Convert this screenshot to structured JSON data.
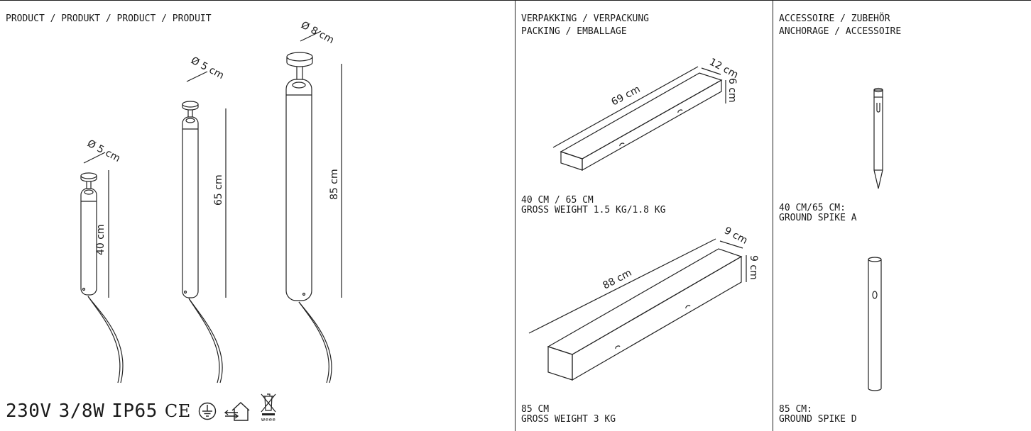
{
  "product": {
    "heading": "PRODUCT / PRODUKT / PRODUCT / PRODUIT",
    "lamps": [
      {
        "diameter": "Ø 5 cm",
        "height": "40 cm"
      },
      {
        "diameter": "Ø 5 cm",
        "height": "65 cm"
      },
      {
        "diameter": "Ø 8 cm",
        "height": "85 cm"
      }
    ],
    "spec": {
      "voltage": "230V",
      "power": "3/8W",
      "ip": "IP65",
      "ce": "CE",
      "weee": "weee"
    }
  },
  "packing": {
    "heading_line1": "VERPAKKING / VERPACKUNG",
    "heading_line2": "PACKING / EMBALLAGE",
    "box1": {
      "length": "69 cm",
      "width": "12 cm",
      "height": "6 cm",
      "caption_line1": "40 CM / 65 CM",
      "caption_line2": "GROSS WEIGHT 1.5 KG/1.8 KG"
    },
    "box2": {
      "length": "88 cm",
      "width": "9 cm",
      "height": "9 cm",
      "caption_line1": "85 CM",
      "caption_line2": "GROSS WEIGHT 3 KG"
    }
  },
  "accessoire": {
    "heading_line1": "ACCESSOIRE / ZUBEHÖR",
    "heading_line2": "ANCHORAGE / ACCESSOIRE",
    "spike_a": {
      "caption_line1": "40 CM/65 CM:",
      "caption_line2": "GROUND SPIKE A"
    },
    "spike_d": {
      "caption_line1": "85 CM:",
      "caption_line2": "GROUND SPIKE D"
    }
  }
}
